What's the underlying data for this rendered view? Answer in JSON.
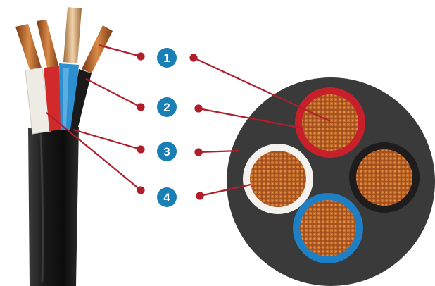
{
  "diagram": {
    "callouts": [
      {
        "number": "1",
        "conductor": "red"
      },
      {
        "number": "2",
        "conductor": "black"
      },
      {
        "number": "3",
        "conductor": "sheath"
      },
      {
        "number": "4",
        "conductor": "white"
      }
    ],
    "conductors": [
      {
        "name": "red",
        "color": "#c8202b"
      },
      {
        "name": "black",
        "color": "#1e1c1c"
      },
      {
        "name": "blue",
        "color": "#1f7fc4"
      },
      {
        "name": "white",
        "color": "#f4f2ee"
      }
    ],
    "colors": {
      "badge": "#1a7fb5",
      "leader": "#b01e2c",
      "sheath": "#3a3a3a",
      "copper": "#b05a22"
    }
  }
}
